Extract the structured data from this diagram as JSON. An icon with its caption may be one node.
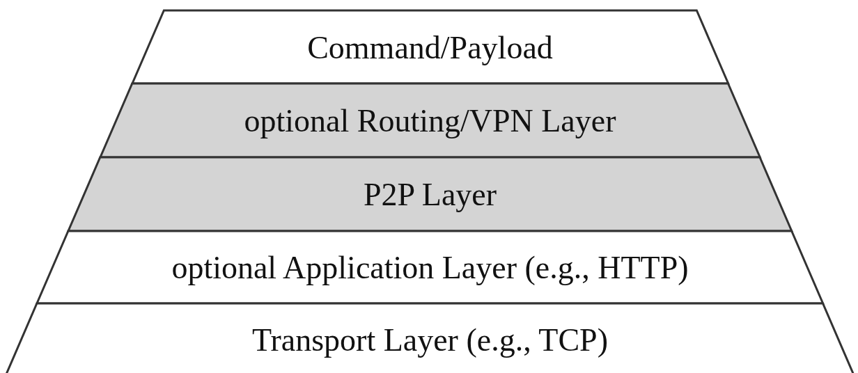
{
  "diagram": {
    "nodes": [
      {
        "text": [
          "Command/Payload"
        ]
      },
      {
        "text": [
          "optional Routing/VPN Layer"
        ]
      },
      {
        "text": [
          "P2P Layer"
        ]
      },
      {
        "text": [
          "optional Application Layer (e.g., HTTP)"
        ]
      },
      {
        "text": [
          "Transport Layer (e.g., TCP)"
        ]
      }
    ],
    "edges": []
  }
}
